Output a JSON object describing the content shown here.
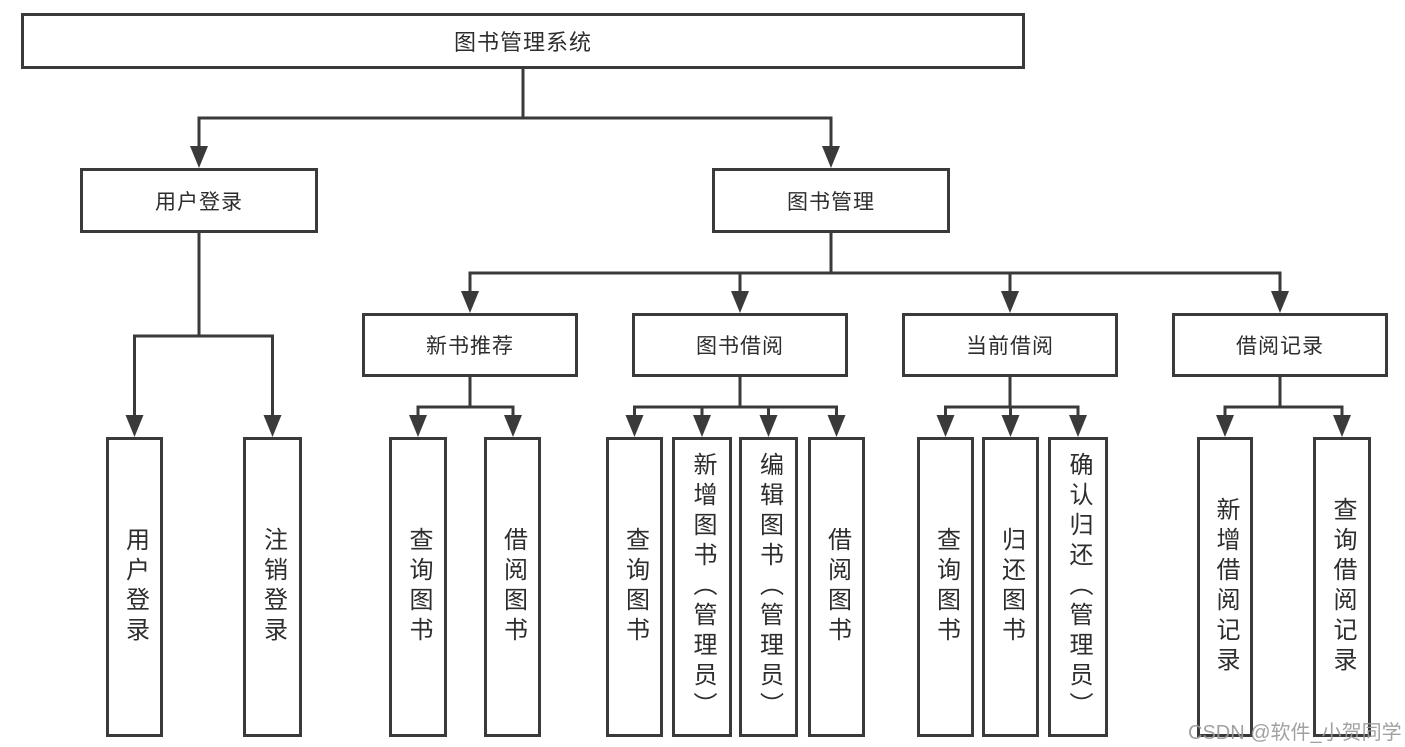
{
  "tree": {
    "root": {
      "label": "图书管理系统",
      "children": [
        {
          "label": "用户登录",
          "children": [
            {
              "label": "用户登录"
            },
            {
              "label": "注销登录"
            }
          ]
        },
        {
          "label": "图书管理",
          "children": [
            {
              "label": "新书推荐",
              "children": [
                {
                  "label": "查询图书"
                },
                {
                  "label": "借阅图书"
                }
              ]
            },
            {
              "label": "图书借阅",
              "children": [
                {
                  "label": "查询图书"
                },
                {
                  "label": "新增图书（管理员）"
                },
                {
                  "label": "编辑图书（管理员）"
                },
                {
                  "label": "借阅图书"
                }
              ]
            },
            {
              "label": "当前借阅",
              "children": [
                {
                  "label": "查询图书"
                },
                {
                  "label": "归还图书"
                },
                {
                  "label": "确认归还（管理员）"
                }
              ]
            },
            {
              "label": "借阅记录",
              "children": [
                {
                  "label": "新增借阅记录"
                },
                {
                  "label": "查询借阅记录"
                }
              ]
            }
          ]
        }
      ]
    }
  },
  "watermark": "CSDN @软件_小贺同学",
  "colors": {
    "line": "#3a3a3a",
    "text": "#2d2d2d",
    "watermark": "#9a9a9a",
    "background": "#ffffff"
  }
}
